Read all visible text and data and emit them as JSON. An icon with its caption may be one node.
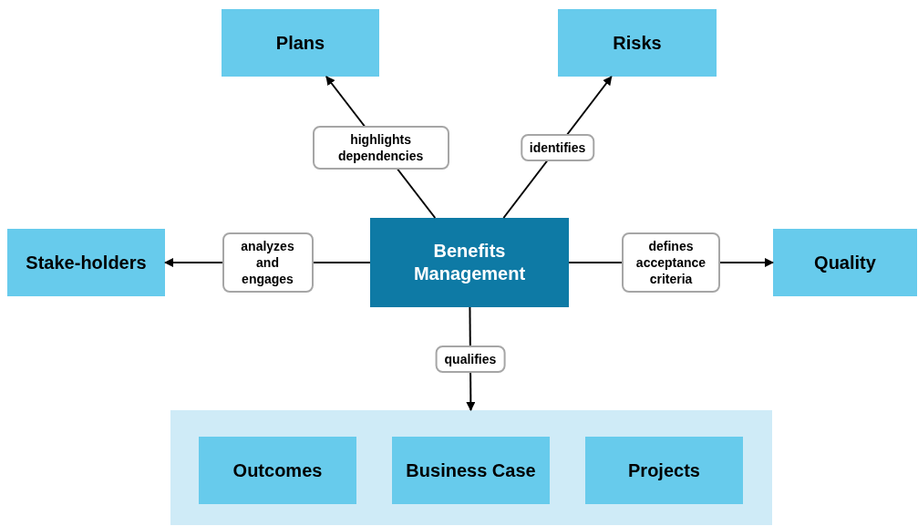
{
  "diagram": {
    "nodes": [
      {
        "text": [
          "Plans"
        ]
      },
      {
        "text": [
          "Risks"
        ]
      },
      {
        "text": [
          "Stake-holders"
        ]
      },
      {
        "text": [
          "Benefits Management"
        ]
      },
      {
        "text": [
          "Quality"
        ]
      },
      {
        "text": [],
        "shape": "box"
      },
      {
        "text": [
          "Outcomes"
        ],
        "in": 5
      },
      {
        "text": [
          "Business Case"
        ],
        "in": 5
      },
      {
        "text": [
          "Projects"
        ],
        "in": 5
      }
    ],
    "edges": [
      {
        "from": 3,
        "to": 0,
        "arrow": "to",
        "label": "highlights dependencies"
      },
      {
        "from": 3,
        "to": 1,
        "arrow": "to",
        "label": "identifies"
      },
      {
        "from": 3,
        "to": 2,
        "arrow": "to",
        "label": "analyzes and engages"
      },
      {
        "from": 3,
        "to": 4,
        "arrow": "to",
        "label": "defines acceptance criteria"
      },
      {
        "from": 3,
        "to": 5,
        "arrow": "to",
        "label": "qualifies"
      }
    ]
  }
}
